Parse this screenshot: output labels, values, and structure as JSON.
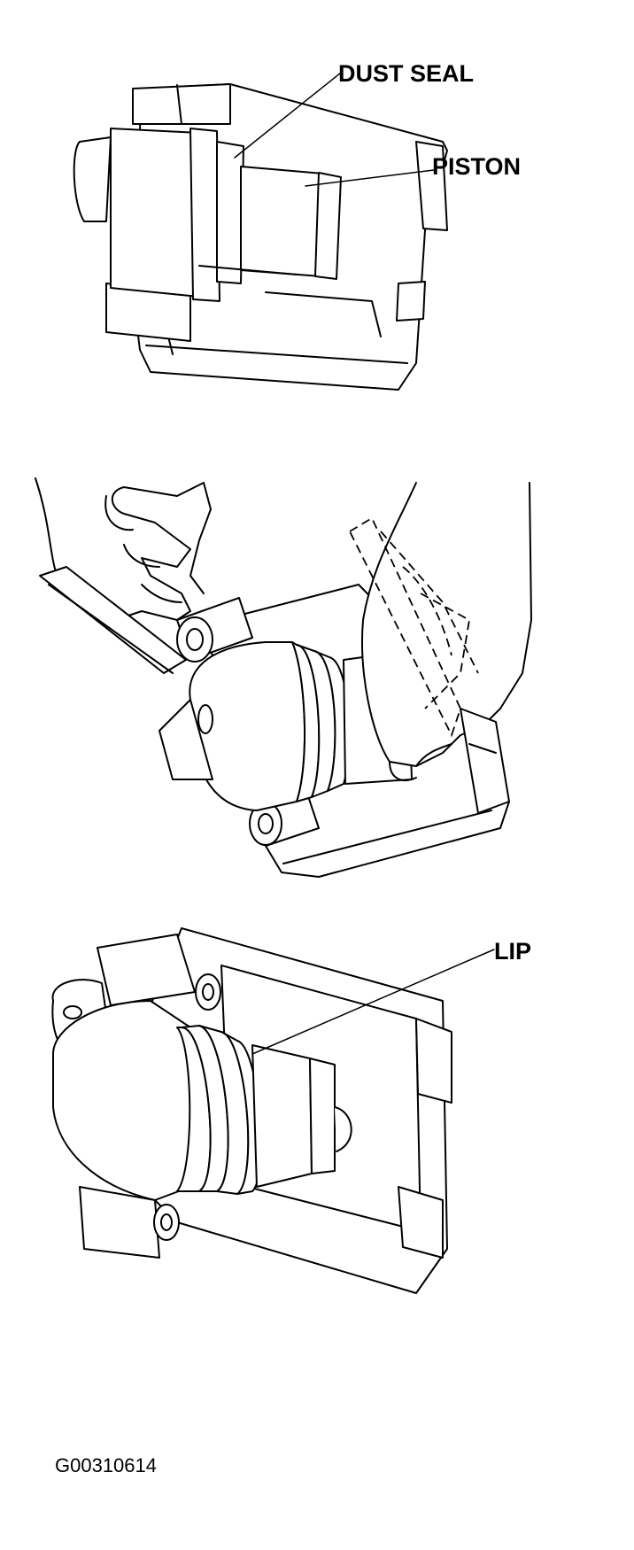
{
  "labels": {
    "dust_seal": "DUST SEAL",
    "piston": "PISTON",
    "lip": "LIP"
  },
  "figure_code": "G00310614",
  "colors": {
    "ink": "#000000",
    "paper": "#ffffff"
  }
}
